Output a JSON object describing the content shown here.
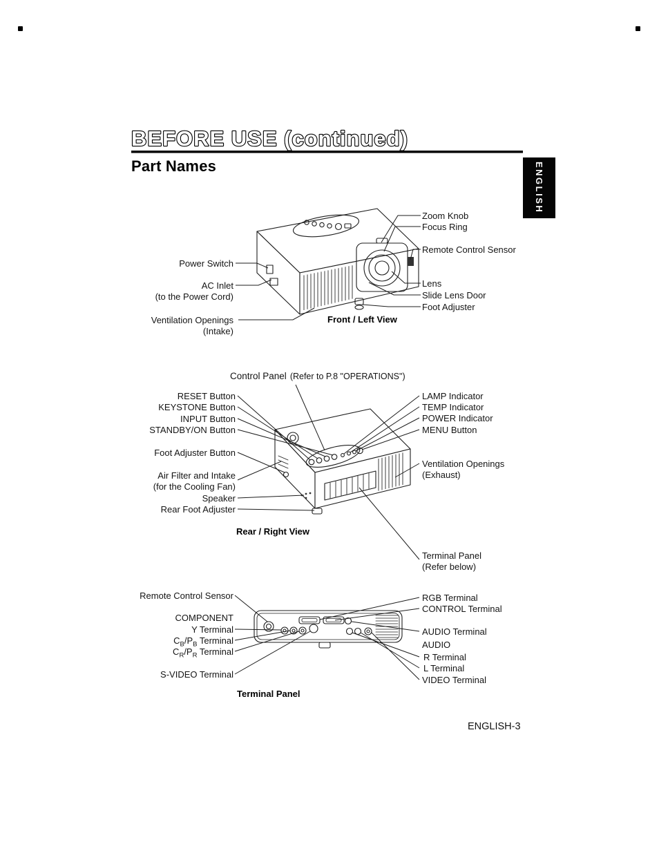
{
  "page": {
    "title": "BEFORE USE (continued)",
    "section_heading": "Part Names",
    "language_tab": "ENGLISH",
    "page_number": "ENGLISH-3"
  },
  "front_view": {
    "caption": "Front / Left View",
    "labels": {
      "zoom_knob": "Zoom Knob",
      "focus_ring": "Focus Ring",
      "remote_control_sensor": "Remote Control Sensor",
      "lens": "Lens",
      "slide_lens_door": "Slide Lens Door",
      "foot_adjuster": "Foot Adjuster",
      "power_switch": "Power Switch",
      "ac_inlet": "AC Inlet",
      "ac_inlet_note": "(to the Power Cord)",
      "ventilation_openings": "Ventilation Openings",
      "ventilation_note": "(Intake)"
    }
  },
  "rear_view": {
    "caption": "Rear / Right View",
    "control_panel": "Control Panel",
    "control_panel_ref": "(Refer to P.8 \"OPERATIONS\")",
    "labels": {
      "reset_button": "RESET Button",
      "keystone_button": "KEYSTONE Button",
      "input_button": "INPUT Button",
      "standby_on_button": "STANDBY/ON Button",
      "foot_adjuster_button": "Foot Adjuster Button",
      "air_filter": "Air Filter and Intake",
      "air_filter_note": "(for the Cooling Fan)",
      "speaker": "Speaker",
      "rear_foot_adjuster": "Rear Foot Adjuster",
      "lamp_indicator": "LAMP Indicator",
      "temp_indicator": "TEMP Indicator",
      "power_indicator": "POWER Indicator",
      "menu_button": "MENU Button",
      "ventilation_openings": "Ventilation Openings",
      "ventilation_note": "(Exhaust)",
      "terminal_panel": "Terminal Panel",
      "terminal_panel_note": "(Refer below)"
    }
  },
  "terminal_panel": {
    "caption": "Terminal Panel",
    "labels": {
      "remote_control_sensor": "Remote Control Sensor",
      "component": "COMPONENT",
      "y_terminal": "Y Terminal",
      "cb_pb": {
        "c1": "C",
        "s1": "B",
        "c2": "/P",
        "s2": "B",
        "rest": " Terminal"
      },
      "cr_pr": {
        "c1": "C",
        "s1": "R",
        "c2": "/P",
        "s2": "R",
        "rest": " Terminal"
      },
      "s_video_terminal": "S-VIDEO Terminal",
      "rgb_terminal": "RGB Terminal",
      "control_terminal": "CONTROL Terminal",
      "audio_terminal": "AUDIO Terminal",
      "audio": "AUDIO",
      "r_terminal": "R Terminal",
      "l_terminal": "L Terminal",
      "video_terminal": "VIDEO Terminal"
    }
  }
}
